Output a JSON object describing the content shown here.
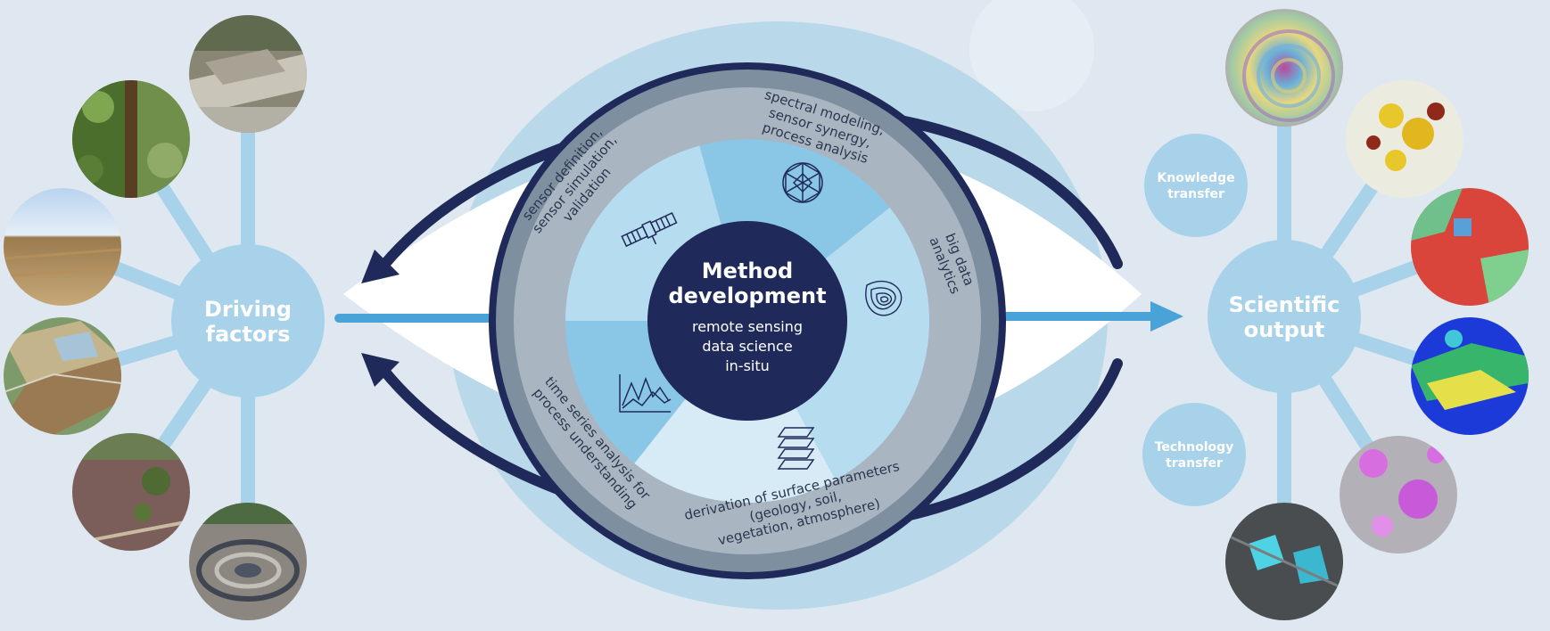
{
  "center": {
    "title_line1": "Method",
    "title_line2": "development",
    "subtitle_line1": "remote sensing",
    "subtitle_line2": "data science",
    "subtitle_line3": "in-situ"
  },
  "ring_labels": {
    "sensor_1": "sensor definition,",
    "sensor_2": "sensor simulation,",
    "sensor_3": "validation",
    "spectral_1": "spectral modeling,",
    "spectral_2": "sensor synergy,",
    "spectral_3": "process analysis",
    "bigdata_1": "big data",
    "bigdata_2": "analytics",
    "timeseries_1": "time series analysis for",
    "timeseries_2": "process understanding",
    "surface_1": "derivation of surface parameters",
    "surface_2": "(geology, soil,",
    "surface_3": "vegetation, atmosphere)"
  },
  "left_hub": {
    "line1": "Driving",
    "line2": "factors"
  },
  "right_hub": {
    "line1": "Scientific",
    "line2": "output"
  },
  "knowledge": {
    "line1": "Knowledge",
    "line2": "transfer"
  },
  "technology": {
    "line1": "Technology",
    "line2": "transfer"
  },
  "icons": {
    "satellite": "satellite-icon",
    "geodesic": "geodesic-sphere-icon",
    "contour": "contour-map-icon",
    "layers": "layers-stack-icon",
    "timeseries": "line-chart-icon"
  },
  "colors": {
    "background": "#dfe8f0",
    "navy": "#1f2a5a",
    "hub": "#a8d2ea",
    "ring_gray": "#a9b6c1",
    "arrow": "#4aa3d8"
  }
}
